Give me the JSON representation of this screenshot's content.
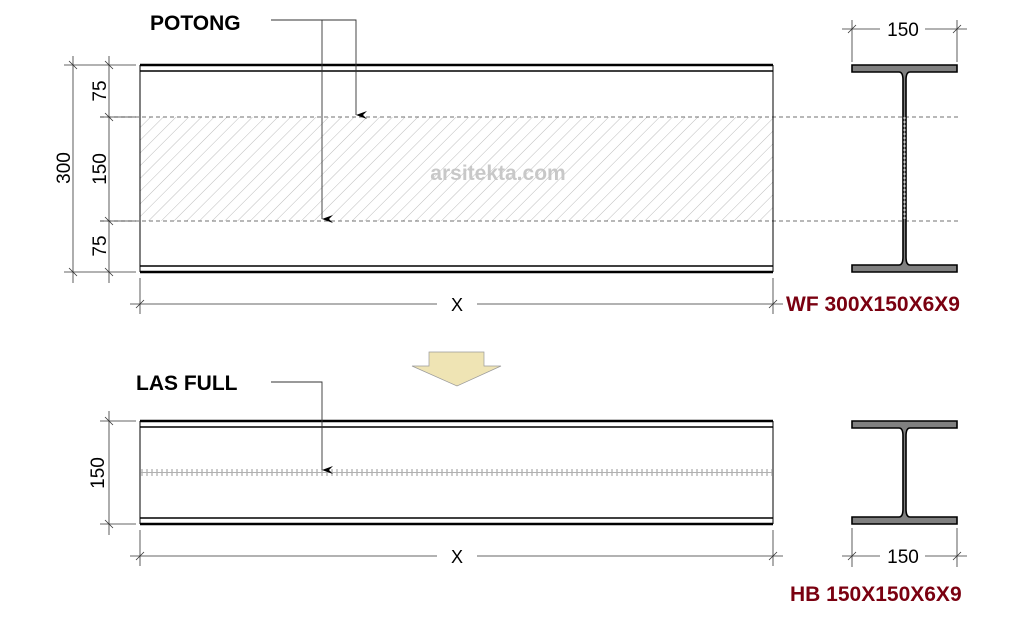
{
  "top": {
    "cut_label": "POTONG",
    "dim_total": "300",
    "dim_top": "75",
    "dim_middle": "150",
    "dim_bottom": "75",
    "dim_length": "X",
    "section_width": "150",
    "section_name": "WF 300X150X6X9",
    "watermark": "arsitekta.com"
  },
  "bottom": {
    "weld_label": "LAS FULL",
    "dim_height": "150",
    "dim_length": "X",
    "section_width": "150",
    "section_name": "HB 150X150X6X9"
  },
  "colors": {
    "line": "#000000",
    "section_fill": "#808080",
    "hatch": "#bdbdbd",
    "arrow_fill": "#efe4b4",
    "profile_text": "#7a0010",
    "watermark": "#c8c8c8"
  }
}
